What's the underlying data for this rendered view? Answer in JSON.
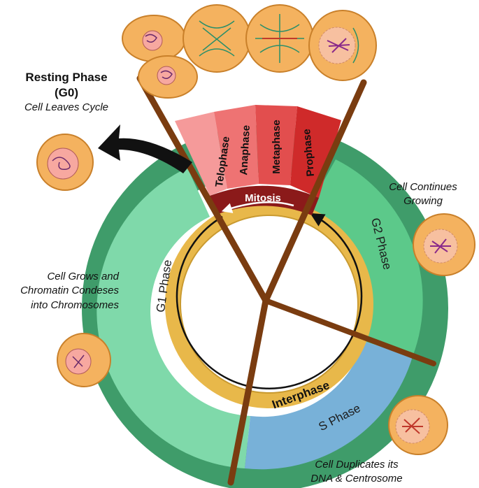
{
  "diagram": {
    "resting_phase": {
      "title_line1": "Resting Phase",
      "title_line2": "(G0)",
      "subtitle": "Cell Leaves Cycle"
    },
    "mitosis_phases": [
      "Telophase",
      "Anaphase",
      "Metaphase",
      "Prophase"
    ],
    "mitosis_label": "Mitosis",
    "interphase_label": "Interphase",
    "ring_phases": {
      "g1": "G1 Phase",
      "s": "S Phase",
      "g2": "G2 Phase"
    },
    "annotations": {
      "g1_line1": "Cell Grows and",
      "g1_line2": "Chromatin Condeses",
      "g1_line3": "into Chromosomes",
      "g2_line1": "Cell Continues",
      "g2_line2": "Growing",
      "s_line1": "Cell Duplicates its",
      "s_line2": "DNA & Centrosome"
    },
    "colors": {
      "g1": "#7fd9aa",
      "g2": "#5cc98a",
      "s": "#78b1d8",
      "interphase_band": "#e8b84a",
      "mitosis_band": "#8b1a1a",
      "telophase": "#f59a9a",
      "anaphase": "#ee7373",
      "metaphase": "#e24e4e",
      "prophase": "#cf2a2a",
      "branch": "#7a3c10",
      "cell": "#f4b25f"
    }
  }
}
